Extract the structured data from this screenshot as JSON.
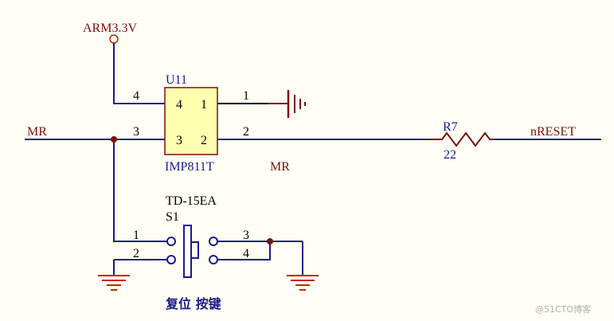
{
  "power": {
    "label": "ARM3.3V"
  },
  "u11": {
    "ref": "U11",
    "part": "IMP811T",
    "pins": {
      "p1": "1",
      "p2": "2",
      "p3": "3",
      "p4": "4"
    },
    "outer_pins": {
      "p1": "1",
      "p2": "2",
      "p3": "3",
      "p4": "4"
    }
  },
  "nets": {
    "mr_left": "MR",
    "mr_mid": "MR",
    "nreset": "nRESET"
  },
  "r7": {
    "ref": "R7",
    "value": "22"
  },
  "s1": {
    "type": "TD-15EA",
    "ref": "S1",
    "pins": {
      "p1": "1",
      "p2": "2",
      "p3": "3",
      "p4": "4"
    },
    "caption": "复位 按键"
  },
  "watermark": "@51CTO博客",
  "colors": {
    "wire": "#1a1a8c",
    "ground": "#cc2200",
    "chip_fill": "#ffffb0",
    "junction": "#7a1010",
    "background": "#fffff5"
  }
}
